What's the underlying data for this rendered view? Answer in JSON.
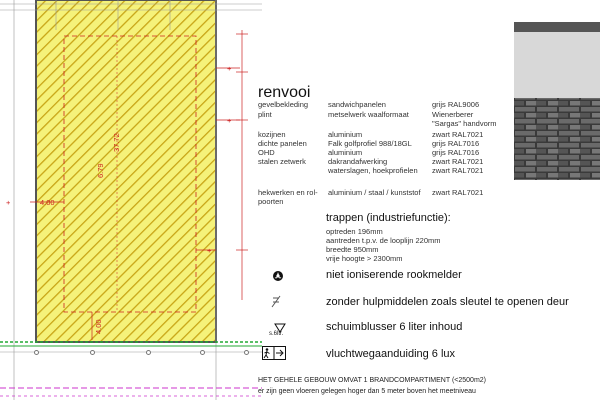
{
  "plan": {
    "dim_width": "37.72",
    "dim_height": "6.79",
    "dim_left": "4.00",
    "dim_bottom": "4.00",
    "tag_marks": [
      "+",
      "+",
      "+",
      "+"
    ]
  },
  "legend": {
    "title": "renvooi",
    "rows": [
      {
        "a": "gevelbekleding",
        "b": "sandwichpanelen",
        "c": "grijs RAL9006"
      },
      {
        "a": "plint",
        "b": "metselwerk waalformaat",
        "c": "Wienerberer"
      },
      {
        "a": "",
        "b": "",
        "c": "\"Sargas\" handvorm"
      },
      {
        "a": "kozijnen",
        "b": "aluminium",
        "c": "zwart RAL7021"
      },
      {
        "a": "dichte panelen",
        "b": "Falk golfprofiel 988/18GL",
        "c": "grijs RAL7016"
      },
      {
        "a": "OHD",
        "b": "aluminium",
        "c": "grijs RAL7016"
      },
      {
        "a": "stalen zetwerk",
        "b": "dakrandafwerking",
        "c": "zwart RAL7021"
      },
      {
        "a": "",
        "b": "waterslagen, hoekprofielen",
        "c": "zwart RAL7021"
      },
      {
        "a": "hekwerken en rol-poorten",
        "b": "aluminium / staal / kunststof",
        "c": "zwart RAL7021"
      }
    ],
    "stairs_title": "trappen (industriefunctie):",
    "stairs_lines": [
      "optreden 196mm",
      "aantreden t.p.v. de looplijn 220mm",
      "breedte 950mm",
      "vrije hoogte > 2300mm"
    ],
    "symbols": [
      {
        "icon": "smoke-detector-icon",
        "label": "niet ioniserende rookmelder"
      },
      {
        "icon": "door-no-tools-icon",
        "label": "zonder hulpmiddelen zoals sleutel te openen deur"
      },
      {
        "icon": "extinguisher-icon",
        "sub": "s.6ltr.",
        "label": "schuimblusser 6 liter inhoud"
      },
      {
        "icon": "escape-route-sign-icon",
        "label": "vluchtwegaanduiding 6 lux"
      }
    ],
    "footer_bold": "HET GEHELE GEBOUW OMVAT 1 BRANDCOMPARTIMENT (<2500m2)",
    "footer_note": "er zijn geen vloeren gelegen hoger dan 5 meter boven het meetniveau"
  },
  "colors": {
    "hatch_fill": "#f5f27a",
    "hatch_line": "#c8a516",
    "dim_red": "#cc2222",
    "green_line": "#22aa33",
    "magenta": "#cc33cc"
  }
}
